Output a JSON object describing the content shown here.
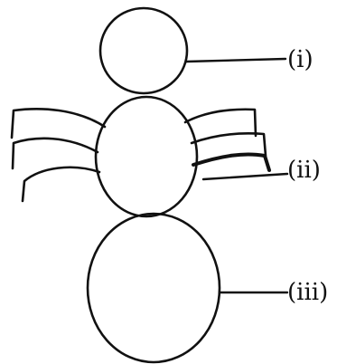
{
  "diagram": {
    "parts": [
      {
        "id": "head",
        "label": "(i)"
      },
      {
        "id": "thorax",
        "label": "(ii)"
      },
      {
        "id": "abdomen",
        "label": "(iii)"
      }
    ],
    "ink_color": "#111111",
    "background": "#ffffff"
  }
}
